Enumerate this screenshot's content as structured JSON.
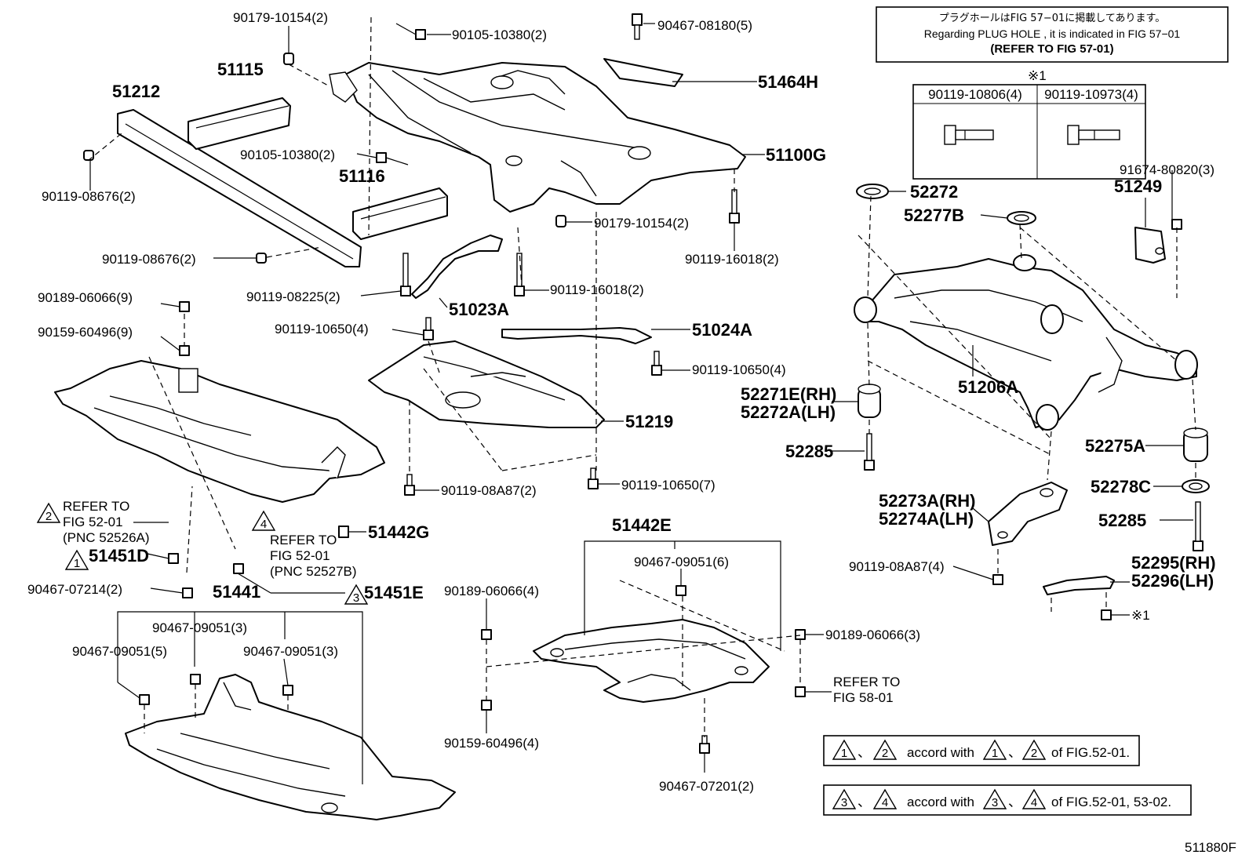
{
  "notice": {
    "jp": "プラグホールはFIG 57−01に掲載してあります。",
    "en": "Regarding PLUG HOLE , it is indicated in FIG 57−01",
    "refer": "(REFER TO FIG 57-01)"
  },
  "bolt_table": {
    "mark": "※1",
    "col1": "90119-10806(4)",
    "col2": "90119-10973(4)"
  },
  "labels": {
    "p90179_top": "90179-10154(2)",
    "p90105_top": "90105-10380(2)",
    "p90467_08180": "90467-08180(5)",
    "p51115": "51115",
    "p51212": "51212",
    "p51464H": "51464H",
    "p90105_mid": "90105-10380(2)",
    "p51100G": "51100G",
    "p51116": "51116",
    "p90119_08676_a": "90119-08676(2)",
    "p90179_mid": "90179-10154(2)",
    "p90119_16018_r": "90119-16018(2)",
    "p90119_08676_b": "90119-08676(2)",
    "p90119_16018_c": "90119-16018(2)",
    "p90189_06066_9": "90189-06066(9)",
    "p90119_08225": "90119-08225(2)",
    "p51023A": "51023A",
    "p90159_60496_9": "90159-60496(9)",
    "p90119_10650_4a": "90119-10650(4)",
    "p51024A": "51024A",
    "p90119_10650_4b": "90119-10650(4)",
    "p51219": "51219",
    "p90119_08A87_2": "90119-08A87(2)",
    "p90119_10650_7": "90119-10650(7)",
    "p51442G": "51442G",
    "p51451D": "51451D",
    "p90467_07214": "90467-07214(2)",
    "p51441": "51441",
    "p51451E": "51451E",
    "p90467_09051_3a": "90467-09051(3)",
    "p90467_09051_5": "90467-09051(5)",
    "p90467_09051_3b": "90467-09051(3)",
    "p51442E": "51442E",
    "p90467_09051_6": "90467-09051(6)",
    "p90189_06066_4": "90189-06066(4)",
    "p90189_06066_3": "90189-06066(3)",
    "p90159_60496_4": "90159-60496(4)",
    "p90467_07201": "90467-07201(2)",
    "p91674": "91674-80820(3)",
    "p52272": "52272",
    "p51249": "51249",
    "p52277B": "52277B",
    "p51206A": "51206A",
    "p52271E": "52271E(RH)",
    "p52272A": "52272A(LH)",
    "p52285_a": "52285",
    "p52275A": "52275A",
    "p52278C": "52278C",
    "p52273A": "52273A(RH)",
    "p52274A": "52274A(LH)",
    "p52285_b": "52285",
    "p90119_08A87_4": "90119-08A87(4)",
    "p52295": "52295(RH)",
    "p52296": "52296(LH)",
    "p_mark1": "※1"
  },
  "refer_notes": {
    "r1_line1": "REFER TO",
    "r1_line2": "FIG 52-01",
    "r1_line3": "(PNC 52526A)",
    "r1_tri": "2",
    "r2_line1": "REFER TO",
    "r2_line2": "FIG 52-01",
    "r2_line3": "(PNC 52527B)",
    "r2_tri": "4",
    "r3_line1": "REFER TO",
    "r3_line2": "FIG 58-01",
    "tri_51451D": "1",
    "tri_51451E": "3"
  },
  "legend": {
    "row1": {
      "t1": "1",
      "sep": "、",
      "t2": "2",
      "text": "accord with",
      "t3": "1",
      "sep2": "、",
      "t4": "2",
      "tail": "of FIG.52-01."
    },
    "row2": {
      "t1": "3",
      "sep": "、",
      "t2": "4",
      "text": "accord with",
      "t3": "3",
      "sep2": "、",
      "t4": "4",
      "tail": "of FIG.52-01, 53-02."
    }
  },
  "figure_code": "511880F"
}
